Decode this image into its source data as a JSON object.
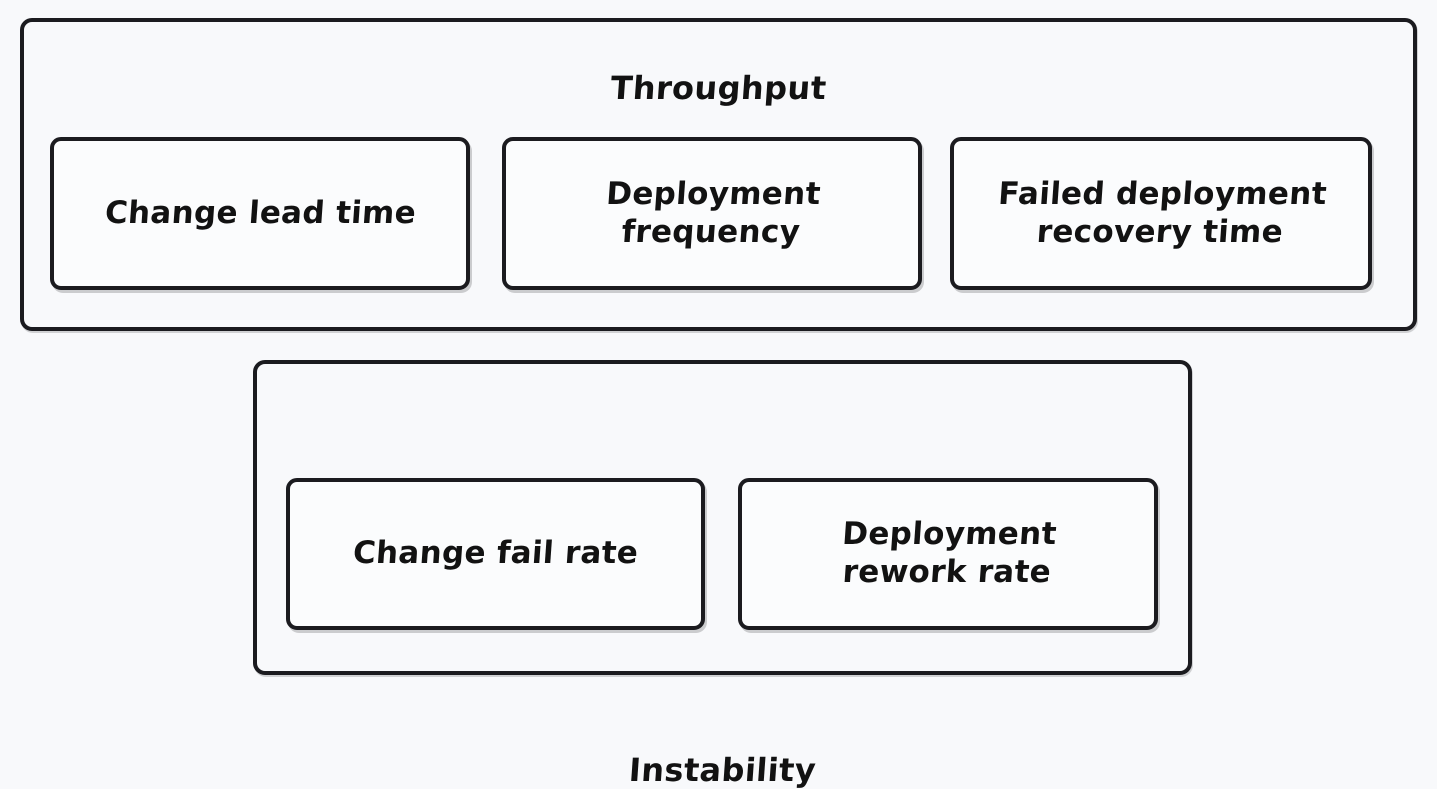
{
  "diagram": {
    "type": "nested-group-boxes",
    "background_color": "#f8f9fb",
    "stroke_color": "#1b1b1f",
    "text_color": "#121212",
    "style": "hand-drawn"
  },
  "groups": [
    {
      "id": "throughput",
      "title": "Throughput",
      "cards": [
        {
          "id": "change-lead-time",
          "label": "Change lead time"
        },
        {
          "id": "deployment-frequency",
          "label": "Deployment\nfrequency"
        },
        {
          "id": "failed-deployment-recovery-time",
          "label": "Failed deployment\nrecovery time"
        }
      ]
    },
    {
      "id": "instability",
      "title": "Instability",
      "cards": [
        {
          "id": "change-fail-rate",
          "label": "Change fail rate"
        },
        {
          "id": "deployment-rework-rate",
          "label": "Deployment\nrework rate"
        }
      ]
    }
  ]
}
